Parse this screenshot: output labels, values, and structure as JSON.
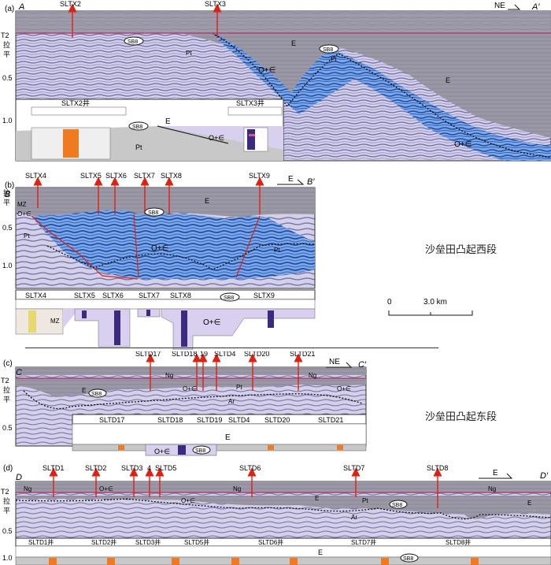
{
  "colors": {
    "seismic_bg": "#cfcbe0",
    "seismic_dark": "#6e6ab0",
    "blue_zone": "#3f7fd4",
    "grey_zone": "#8f8f8f",
    "arrow": "#e02010",
    "orange": "#f07a20",
    "lavender": "#d9cfee",
    "purple": "#3c2a80"
  },
  "side_labels": {
    "west": "沙垒田凸起西段",
    "east": "沙垒田凸起东段"
  },
  "scale_bar": {
    "zero": "0",
    "distance": "3.0 km"
  },
  "panel_a": {
    "tag": "(a)",
    "start": "A",
    "end": "A′",
    "direction": "NE",
    "axis_t2": "T2",
    "axis_lp": "拉平",
    "ticks": [
      "0.5",
      "1.0"
    ],
    "wells": [
      {
        "name": "SLTX2"
      },
      {
        "name": "SLTX3"
      }
    ],
    "labels": {
      "sb8": "SB8",
      "pt": "Pt",
      "e": "E",
      "oe": "O+∈"
    },
    "bottom_wells": [
      "SLTX2井",
      "SLTX3井"
    ],
    "bottom_labels": {
      "e": "E",
      "oe": "O+∈",
      "pt": "Pt",
      "sb8": "SB8"
    }
  },
  "panel_b": {
    "tag": "(b)",
    "start": "B",
    "end": "B′",
    "direction": "E",
    "axis_lp": "拉平",
    "ticks": [
      "0.5",
      "1.0"
    ],
    "wells": [
      {
        "name": "SLTX4"
      },
      {
        "name": "SLTX5"
      },
      {
        "name": "SLTX6"
      },
      {
        "name": "SLTX7"
      },
      {
        "name": "SLTX8"
      },
      {
        "name": "SLTX9"
      }
    ],
    "labels": {
      "mz": "MZ",
      "oe_left": "O+∈",
      "pt": "Pt",
      "sb8": "SB8",
      "e": "E",
      "oe": "O+∈",
      "pt_right": "Pt"
    },
    "bottom_wells": [
      "SLTX4",
      "SLTX5",
      "SLTX6",
      "SLTX7",
      "SLTX8",
      "SLTX9"
    ],
    "bottom_labels": {
      "mz": "MZ",
      "sb8": "SB8",
      "oe": "O+∈"
    }
  },
  "panel_c": {
    "tag": "(c)",
    "start": "C",
    "end": "C′",
    "direction": "NE",
    "axis_t2": "T2",
    "axis_lp": "拉平",
    "ticks": [
      "0.5"
    ],
    "wells": [
      {
        "name": "SLTD17"
      },
      {
        "name": "SLTD18"
      },
      {
        "name": "19"
      },
      {
        "name": "SLTD4"
      },
      {
        "name": "SLTD20"
      },
      {
        "name": "SLTD21"
      }
    ],
    "labels": {
      "ng": "Ng",
      "ng2": "Ng",
      "e": "E",
      "sb8": "SB8",
      "oe": "O+∈",
      "pt": "Pt",
      "ar": "Ar",
      "oe_right": "O+∈"
    },
    "bottom_wells": [
      "SLTD17",
      "SLTD18",
      "SLTD19",
      "SLTD4",
      "SLTD20",
      "SLTD21"
    ],
    "bottom_labels": {
      "e": "E",
      "oe": "O+∈",
      "sb8": "SB8"
    }
  },
  "panel_d": {
    "tag": "(d)",
    "start": "D",
    "end": "D′",
    "direction": "E",
    "axis_t2": "T2",
    "axis_lp": "拉平",
    "ticks": [
      "0.5",
      "1.0"
    ],
    "wells": [
      {
        "name": "SLTD1"
      },
      {
        "name": "SLTD2"
      },
      {
        "name": "SLTD3"
      },
      {
        "name": "4"
      },
      {
        "name": "SLTD5"
      },
      {
        "name": "SLTD6"
      },
      {
        "name": "SLTD7"
      },
      {
        "name": "SLTD8"
      }
    ],
    "labels": {
      "ng": "Ng",
      "oe1": "O+∈",
      "oe2": "O+∈",
      "ng2": "Ng",
      "e": "E",
      "pt": "Pt",
      "sb8": "SB8",
      "ar": "Ar",
      "ng3": "Ng",
      "e2": "E"
    },
    "bottom_wells": [
      "SLTD1井",
      "SLTD2井",
      "SLTD3井",
      "SLTD5井",
      "SLTD6井",
      "SLTD7井",
      "SLTD8井"
    ],
    "bottom_labels": {
      "e": "E",
      "sb8": "SB8"
    }
  }
}
